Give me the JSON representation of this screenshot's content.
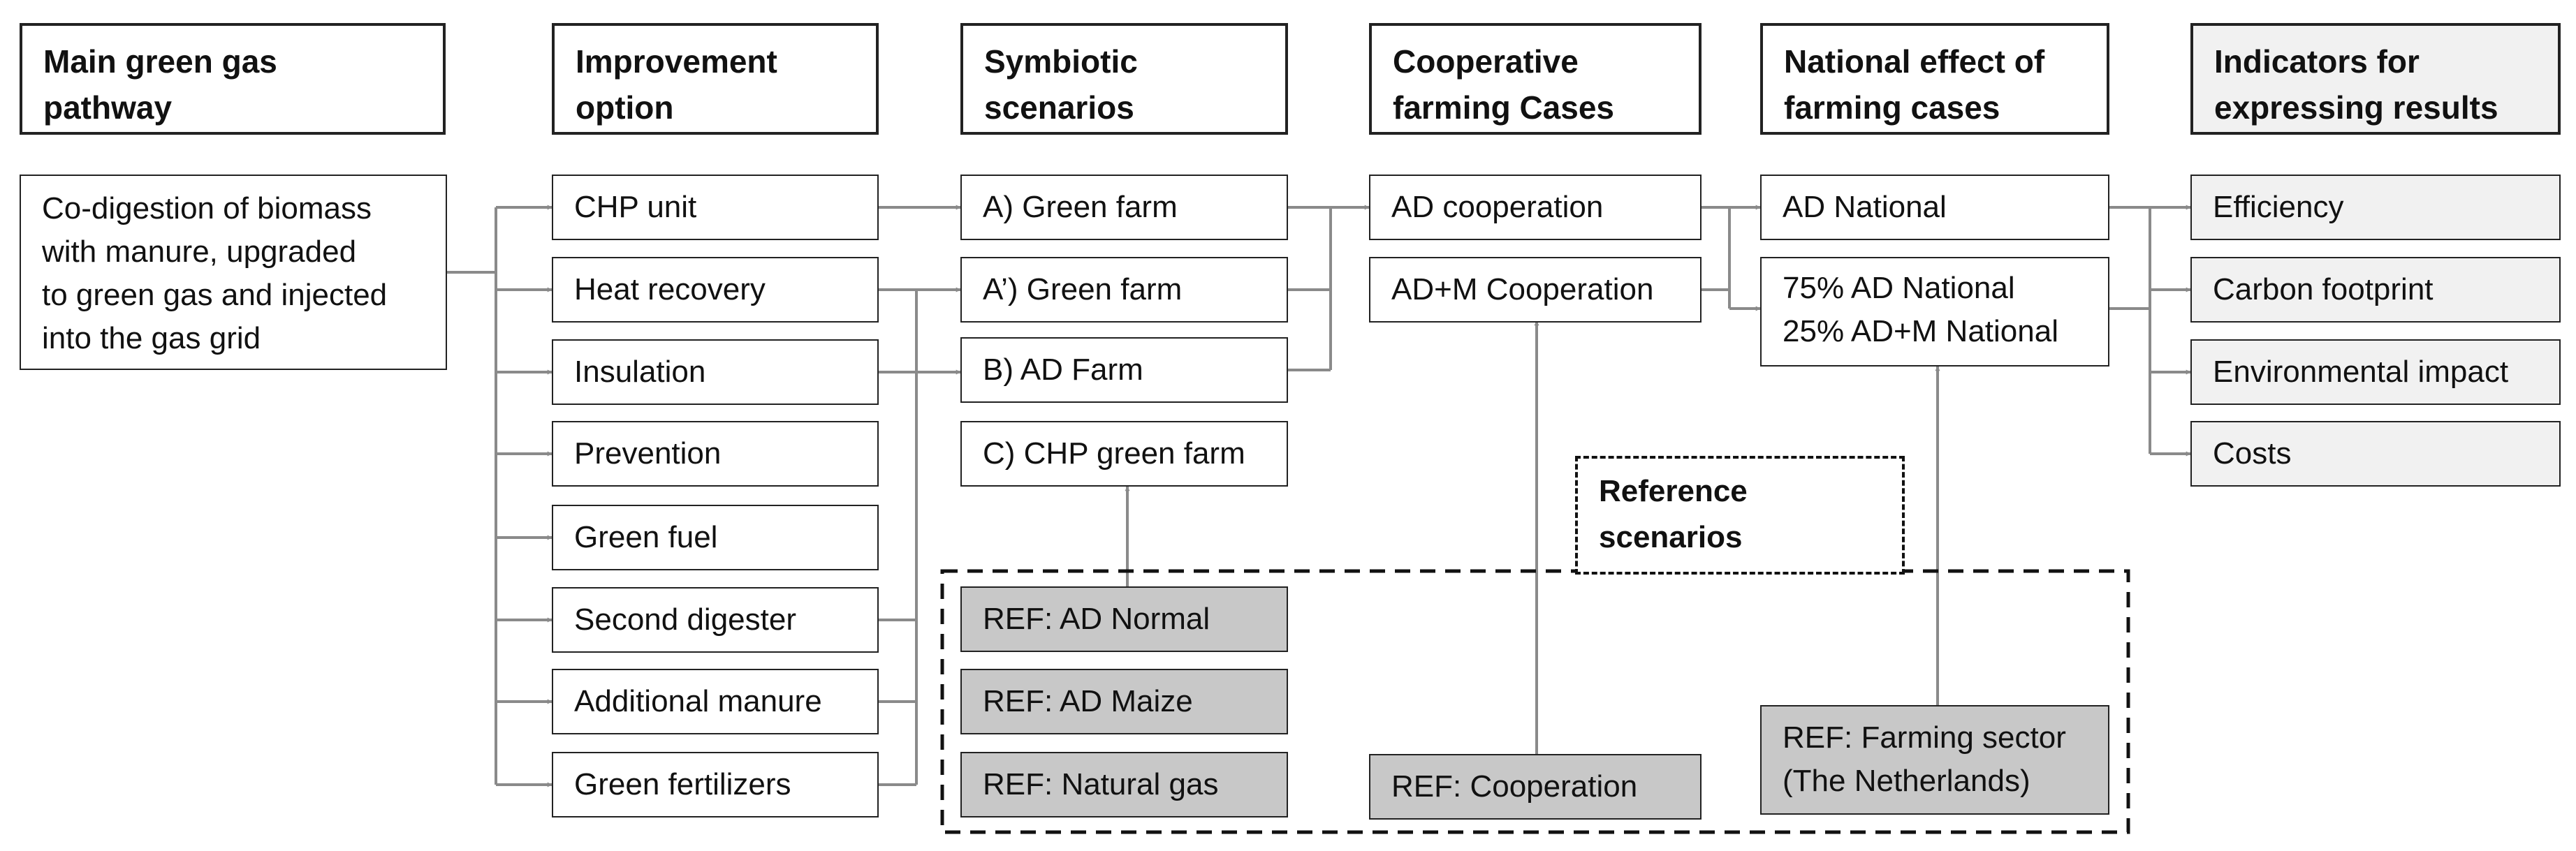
{
  "headers": {
    "pathway": [
      "Main green gas",
      "pathway"
    ],
    "improvement": [
      "Improvement",
      "option"
    ],
    "symbiotic": [
      "Symbiotic",
      "scenarios"
    ],
    "cooperative": [
      "Cooperative",
      "farming Cases"
    ],
    "national": [
      "National effect of",
      "farming cases"
    ],
    "indicators": [
      "Indicators for",
      "expressing results"
    ]
  },
  "pathway_box": [
    "Co-digestion of biomass",
    "with manure, upgraded",
    "to green gas and injected",
    "into the gas grid"
  ],
  "improvement_options": [
    "CHP unit",
    "Heat recovery",
    "Insulation",
    "Prevention",
    "Green fuel",
    "Second digester",
    "Additional manure",
    "Green fertilizers"
  ],
  "symbiotic_scenarios": [
    "A) Green farm",
    "A’) Green farm",
    "B) AD Farm",
    "C) CHP green farm"
  ],
  "cooperative_cases": [
    "AD cooperation",
    "AD+M Cooperation"
  ],
  "national_cases": {
    "ad_national": "AD National",
    "mixed": [
      "75% AD National",
      "25% AD+M National"
    ]
  },
  "indicators": [
    "Efficiency",
    "Carbon footprint",
    "Environmental impact",
    "Costs"
  ],
  "reference": {
    "title": [
      "Reference",
      "scenarios"
    ],
    "ad_normal": "REF: AD Normal",
    "ad_maize": "REF: AD Maize",
    "natural_gas": "REF: Natural gas",
    "cooperation": "REF: Cooperation",
    "farming_sector": [
      "REF: Farming sector",
      "(The Netherlands)"
    ]
  },
  "colors": {
    "line": "#8a8a8a",
    "border": "#222222",
    "ref_fill": "#c8c8c8",
    "indicator_fill": "#f1f1f1"
  }
}
